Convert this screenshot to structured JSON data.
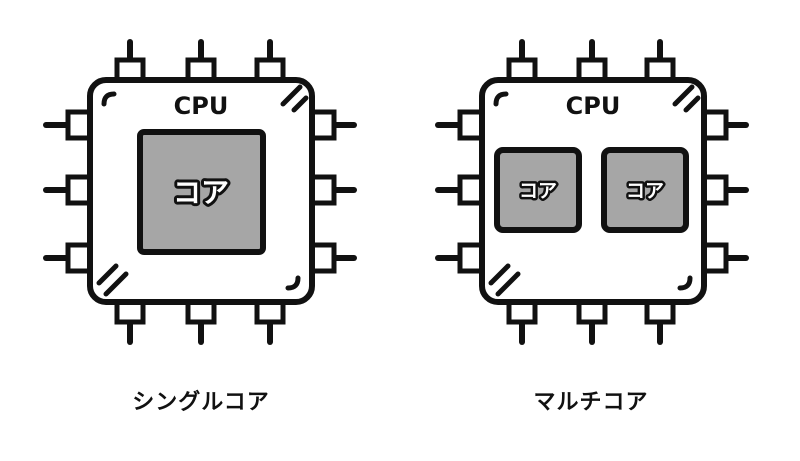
{
  "diagrams": [
    {
      "chip_label": "CPU",
      "core_labels": [
        "コア"
      ],
      "caption": "シングルコア"
    },
    {
      "chip_label": "CPU",
      "core_labels": [
        "コア",
        "コア"
      ],
      "caption": "マルチコア"
    }
  ],
  "colors": {
    "outline": "#111111",
    "chip_fill": "#ffffff",
    "core_fill": "#a6a6a6"
  }
}
